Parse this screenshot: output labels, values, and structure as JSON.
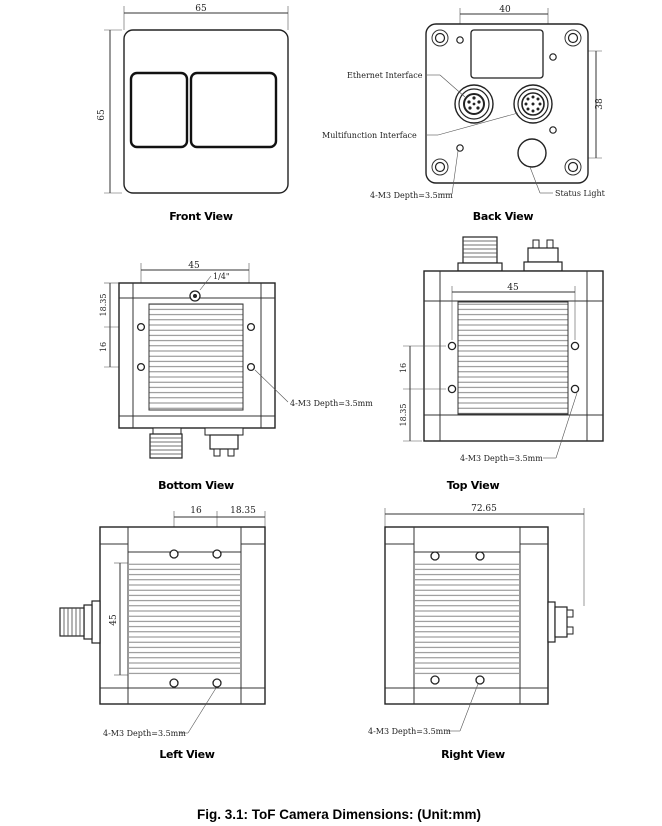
{
  "views": {
    "front": {
      "title": "Front View",
      "dim_width": "65",
      "dim_height": "65"
    },
    "back": {
      "title": "Back View",
      "dim_width": "40",
      "dim_height": "38",
      "ethernet_label": "Ethernet Interface",
      "multifunction_label": "Multifunction Interface",
      "status_label": "Status Light",
      "hole_label": "4-M3 Depth=3.5mm"
    },
    "bottom": {
      "title": "Bottom View",
      "dim_width": "45",
      "tripod_label": "1/4\"",
      "dim_top": "18.35",
      "dim_spacing": "16",
      "hole_label": "4-M3 Depth=3.5mm"
    },
    "top": {
      "title": "Top View",
      "dim_width": "45",
      "dim_spacing": "16",
      "dim_bottom": "18.35",
      "hole_label": "4-M3 Depth=3.5mm"
    },
    "left": {
      "title": "Left View",
      "dim_spacing": "16",
      "dim_right": "18.35",
      "dim_height": "45",
      "hole_label": "4-M3 Depth=3.5mm"
    },
    "right": {
      "title": "Right View",
      "dim_width": "72.65",
      "hole_label": "4-M3 Depth=3.5mm"
    }
  },
  "caption": "Fig. 3.1: ToF Camera Dimensions: (Unit:mm)"
}
